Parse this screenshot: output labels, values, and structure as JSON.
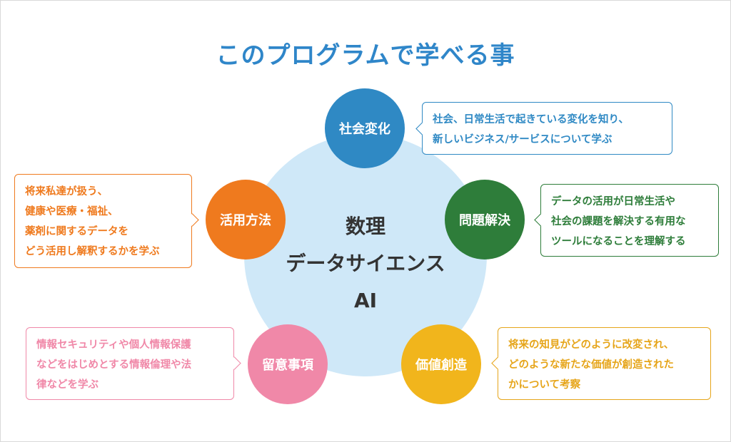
{
  "title": "このプログラムで学べる事",
  "center": {
    "line1": "数理",
    "line2": "データサイエンス",
    "line3": "AI"
  },
  "nodes": {
    "social": {
      "label": "社会変化",
      "color": "#2f89c4",
      "lines": [
        "社会、日常生活で起きている変化を知り、",
        "新しいビジネス/サービスについて学ぶ"
      ]
    },
    "method": {
      "label": "活用方法",
      "color": "#ef7a1e",
      "lines": [
        "将来私達が扱う、",
        "健康や医療・福祉、",
        "薬剤に関するデータを",
        "どう活用し解釈するかを学ぶ"
      ]
    },
    "problem": {
      "label": "問題解決",
      "color": "#2e7d3a",
      "lines": [
        "データの活用が日常生活や",
        "社会の課題を解決する有用な",
        "ツールになることを理解する"
      ]
    },
    "caution": {
      "label": "留意事項",
      "color": "#f088a8",
      "lines": [
        "情報セキュリティや個人情報保護",
        "などをはじめとする情報倫理や法",
        "律などを学ぶ"
      ]
    },
    "value": {
      "label": "価値創造",
      "color": "#f1b51c",
      "lines": [
        "将来の知見がどのように改変され、",
        "どのような新たな価値が創造された",
        "かについて考察"
      ]
    }
  },
  "colors": {
    "title": "#2f86c9",
    "center_circle": "#cfe8f8"
  }
}
